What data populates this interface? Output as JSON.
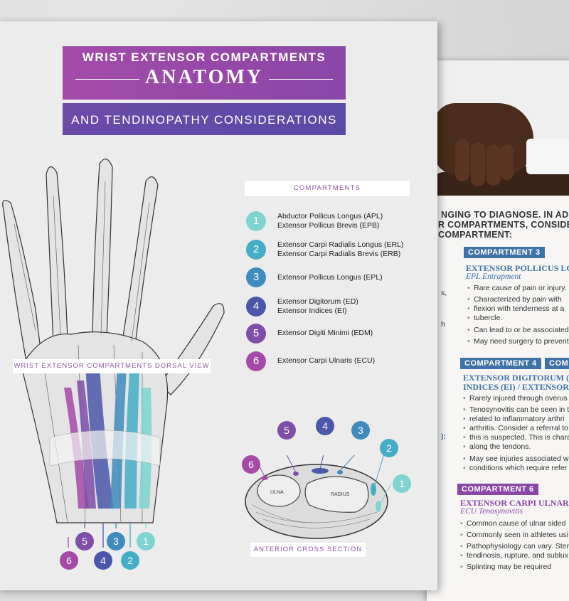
{
  "colors": {
    "c1": "#7fd3d1",
    "c2": "#44aec6",
    "c3": "#3f8bbd",
    "c4": "#4a57aa",
    "c5": "#7e4ea8",
    "c6": "#a64aa8"
  },
  "title": {
    "line1": "WRIST EXTENSOR COMPARTMENTS",
    "line2": "ANATOMY",
    "line3": "AND TENDINOPATHY CONSIDERATIONS"
  },
  "compartments": {
    "header": "COMPARTMENTS",
    "items": [
      {
        "num": "1",
        "lines": [
          "Abductor Pollicus Longus (APL)",
          "Extensor Pollicus Brevis (EPB)"
        ]
      },
      {
        "num": "2",
        "lines": [
          "Extensor Carpi Radialis Longus (ERL)",
          "Extensor Carpi Radialis Brevis (ERB)"
        ]
      },
      {
        "num": "3",
        "lines": [
          "Extensor Pollicus Longus (EPL)"
        ]
      },
      {
        "num": "4",
        "lines": [
          "Extensor Digitorum (ED)",
          "Extensor Indices (EI)"
        ]
      },
      {
        "num": "5",
        "lines": [
          "Extensor Digiti Minimi (EDM)"
        ]
      },
      {
        "num": "6",
        "lines": [
          "Extensor Carpi Ulnaris (ECU)"
        ]
      }
    ]
  },
  "labels": {
    "dorsal": "WRIST EXTENSOR COMPARTMENTS DORSAL VIEW",
    "anterior": "ANTERIOR CROSS SECTION",
    "ulna": "ULNA",
    "radius": "RADIUS"
  },
  "back_page": {
    "intro": [
      "NGING TO DIAGNOSE. IN ADDITI",
      "R COMPARTMENTS, CONSIDER T",
      "COMPARTMENT:"
    ],
    "margin_fragments": [
      "s,",
      "h",
      "):"
    ],
    "sections": [
      {
        "tag": "COMPARTMENT 3",
        "subtitle": "EXTENSOR POLLICUS LO",
        "subtitle2": "EPL Entrapment",
        "bullets": [
          "Rare cause of pain or injury.",
          "Characterized by pain with",
          "flexion with tenderness at a",
          "tubercle.",
          "Can lead to or be associated v",
          "May need surgery to prevent"
        ]
      },
      {
        "tag": "COMPARTMENT 4",
        "tag_b": "COM",
        "subtitle": "EXTENSOR DIGITORUM (ED",
        "subtitle2": "INDICES (EI) / EXTENSOR D",
        "bullets": [
          "Rarely injured through overus",
          "Tenosynovitis can be seen in t",
          "related to inflammatory arthri",
          "arthritis. Consider a referral to",
          "this is suspected. This is chara",
          "along the tendons.",
          "May see injuries associated wi",
          "conditions which require refer"
        ]
      },
      {
        "tag": "COMPARTMENT 6",
        "subtitle": "EXTENSOR CARPI ULNARIS",
        "subtitle2": "ECU Tenosynovitis",
        "bullets": [
          "Common cause of ulnar sided",
          "Commonly seen in athletes usi",
          "Pathophysiology can vary. Ster",
          "tendinosis, rupture, and sublux",
          "Splinting may be required"
        ]
      }
    ]
  }
}
